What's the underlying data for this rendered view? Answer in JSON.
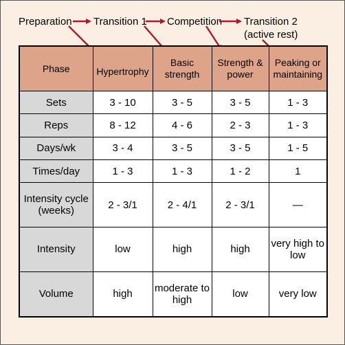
{
  "phases": [
    {
      "label": "Preparation"
    },
    {
      "label": "Transition 1"
    },
    {
      "label": "Competition"
    },
    {
      "label": "Transition 2"
    },
    {
      "label": "(active rest)"
    }
  ],
  "colors": {
    "arrow": "#b0182a",
    "header": "#dea48a",
    "rowlabel": "#d8d8d8",
    "background": "#fbeee3"
  },
  "table": {
    "header": [
      "Phase",
      "Hypertrophy",
      "Basic strength",
      "Strength & power",
      "Peaking or maintaining"
    ],
    "rows": [
      {
        "label": "Sets",
        "cells": [
          "3 - 10",
          "3 - 5",
          "3 - 5",
          "1 - 3"
        ]
      },
      {
        "label": "Reps",
        "cells": [
          "8 - 12",
          "4 - 6",
          "2 - 3",
          "1 - 3"
        ]
      },
      {
        "label": "Days/wk",
        "cells": [
          "3 - 4",
          "3 - 5",
          "3 - 5",
          "1 - 5"
        ]
      },
      {
        "label": "Times/day",
        "cells": [
          "1 - 3",
          "1 - 3",
          "1 - 2",
          "1"
        ]
      },
      {
        "label": "Intensity cycle (weeks)",
        "cells": [
          "2 - 3/1",
          "2 - 4/1",
          "2 - 3/1",
          "—"
        ]
      },
      {
        "label": "Intensity",
        "cells": [
          "low",
          "high",
          "high",
          "very high to low"
        ]
      },
      {
        "label": "Volume",
        "cells": [
          "high",
          "moderate to high",
          "low",
          "very low"
        ]
      }
    ]
  }
}
